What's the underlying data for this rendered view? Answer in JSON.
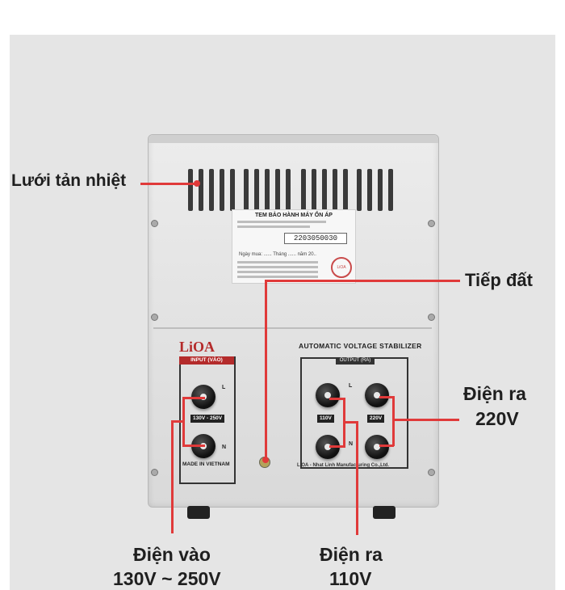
{
  "callouts": {
    "heat_sink": "Lưới tản nhiệt",
    "ground": "Tiếp đất",
    "output_220": [
      "Điện ra",
      "220V"
    ],
    "input": [
      "Điện vào",
      "130V ~ 250V"
    ],
    "output_110": [
      "Điện ra",
      "110V"
    ]
  },
  "device": {
    "brand": "LiOA",
    "input_header": "INPUT (VÀO)",
    "input_range": "130V - 250V",
    "made_in": "MADE IN VIETNAM",
    "panel_title": "AUTOMATIC VOLTAGE STABILIZER",
    "output_header": "OUTPUT (RA)",
    "out_110": "110V",
    "out_220": "220V",
    "terminal_L": "L",
    "terminal_N": "N",
    "manufacturer": "LiOA - Nhat Linh Manufacturing Co.,Ltd.",
    "sticker_title": "TEM BẢO HÀNH MÁY ỔN ÁP",
    "sticker_serial": "2203050030",
    "sticker_date_line": "Ngày mua: ...... Tháng ...... năm 20..",
    "seal_text": "LiOA"
  },
  "colors": {
    "accent": "#e03a3a",
    "brand_red": "#b42b2b",
    "panel_bg": "#e5e5e5"
  }
}
